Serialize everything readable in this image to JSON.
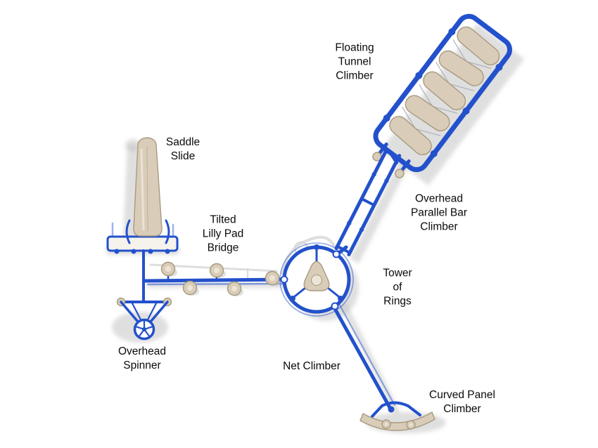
{
  "figure": {
    "type": "playground-equipment-overview-diagram"
  },
  "colors": {
    "pipe_blue": "#2351cc",
    "tan": "#d9cdb9",
    "tan_dark": "#a89a7f",
    "tan_light": "#ece5d6",
    "shadow": "#c5c5c5",
    "ghost": "#d6d6d6",
    "cable": "#a7abb3",
    "label_text": "#0a0a0a"
  },
  "labels": {
    "floating_tunnel_climber": "Floating\nTunnel\nClimber",
    "saddle_slide": "Saddle\nSlide",
    "tilted_lilly_pad_bridge": "Tilted\nLilly Pad\nBridge",
    "overhead_parallel_bar_climber": "Overhead\nParallel Bar\nClimber",
    "tower_of_rings": "Tower\nof\nRings",
    "overhead_spinner": "Overhead\nSpinner",
    "net_climber": "Net Climber",
    "curved_panel_climber": "Curved Panel\nClimber"
  }
}
